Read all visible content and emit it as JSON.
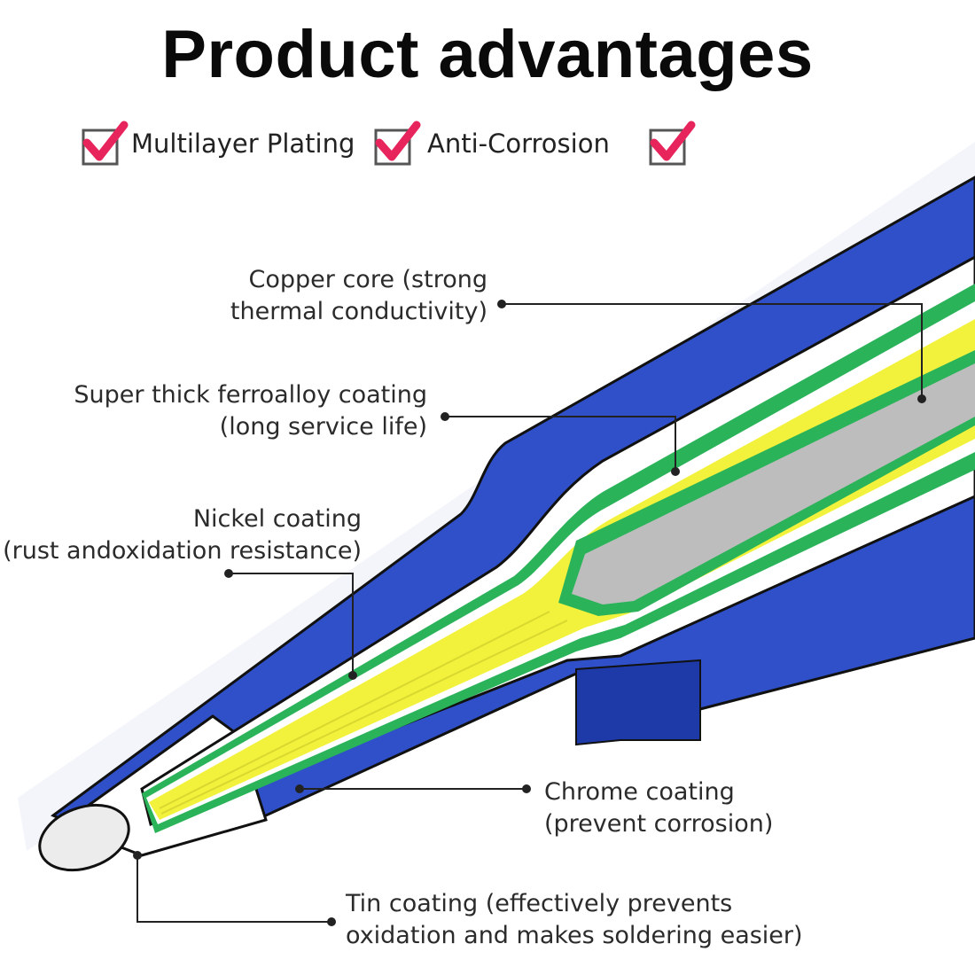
{
  "title": "Product advantages",
  "features": [
    {
      "label": "Multilayer Plating",
      "icon": "checkbox-checked-icon"
    },
    {
      "label": "Anti-Corrosion",
      "icon": "checkbox-checked-icon"
    },
    {
      "label": "",
      "icon": "checkbox-checked-icon"
    }
  ],
  "callouts": {
    "copper": {
      "line1": "Copper core (strong",
      "line2": "thermal conductivity)"
    },
    "ferroalloy": {
      "line1": "Super thick ferroalloy coating",
      "line2": "(long service life)"
    },
    "nickel": {
      "line1": "Nickel coating",
      "line2": "(rust andoxidation resistance)"
    },
    "chrome": {
      "line1": "Chrome coating",
      "line2": "(prevent corrosion)"
    },
    "tin": {
      "line1": "Tin coating (effectively prevents",
      "line2": "oxidation and makes soldering easier)"
    }
  },
  "colors": {
    "shell": "#2f50c8",
    "shell_dark": "#1d3aa8",
    "core": "#bdbdbd",
    "ferroalloy": "#f2f23c",
    "nickel": "#2bb35a",
    "check": "#e8245c"
  }
}
